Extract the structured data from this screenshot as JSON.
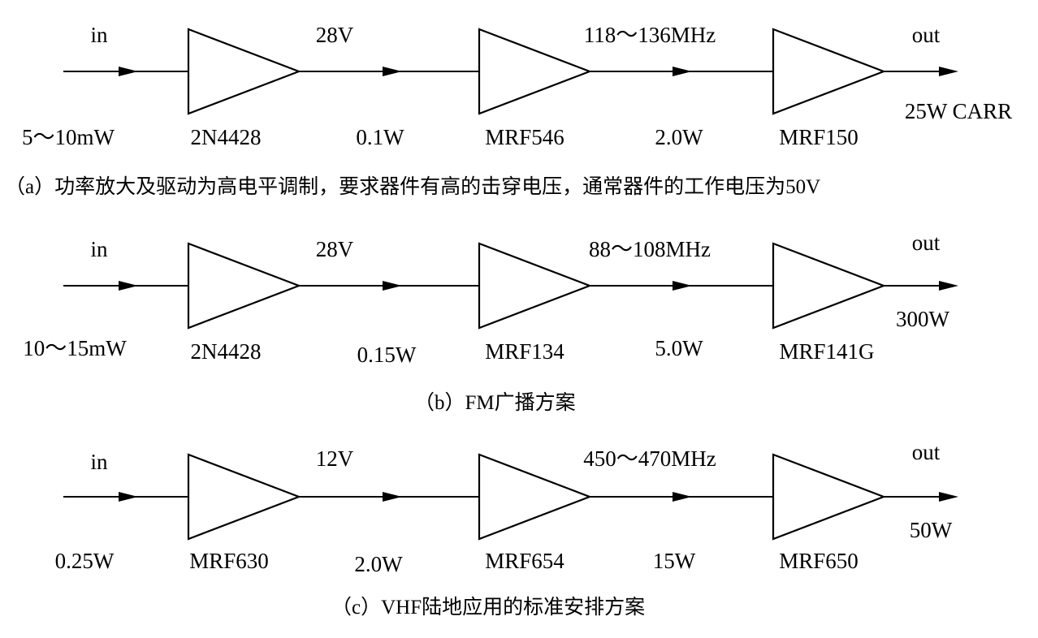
{
  "chains": [
    {
      "id": "a",
      "in_label": "in",
      "out_label": "out",
      "input_power": "5～10mW",
      "supply_voltage": "28V",
      "band": "118～136MHz",
      "stages": [
        {
          "part": "2N4428",
          "output_power": "0.1W"
        },
        {
          "part": "MRF546",
          "output_power": "2.0W"
        },
        {
          "part": "MRF150",
          "output_power": "25W CARR"
        }
      ],
      "caption": "（a）功率放大及驱动为高电平调制，要求器件有高的击穿电压，通常器件的工作电压为50V"
    },
    {
      "id": "b",
      "in_label": "in",
      "out_label": "out",
      "input_power": "10～15mW",
      "supply_voltage": "28V",
      "band": "88～108MHz",
      "stages": [
        {
          "part": "2N4428",
          "output_power": "0.15W"
        },
        {
          "part": "MRF134",
          "output_power": "5.0W"
        },
        {
          "part": "MRF141G",
          "output_power": "300W"
        }
      ],
      "caption": "（b）FM广播方案"
    },
    {
      "id": "c",
      "in_label": "in",
      "out_label": "out",
      "input_power": "0.25W",
      "supply_voltage": "12V",
      "band": "450～470MHz",
      "stages": [
        {
          "part": "MRF630",
          "output_power": "2.0W"
        },
        {
          "part": "MRF654",
          "output_power": "15W"
        },
        {
          "part": "MRF650",
          "output_power": "50W"
        }
      ],
      "caption": "（c）VHF陆地应用的标准安排方案"
    }
  ]
}
